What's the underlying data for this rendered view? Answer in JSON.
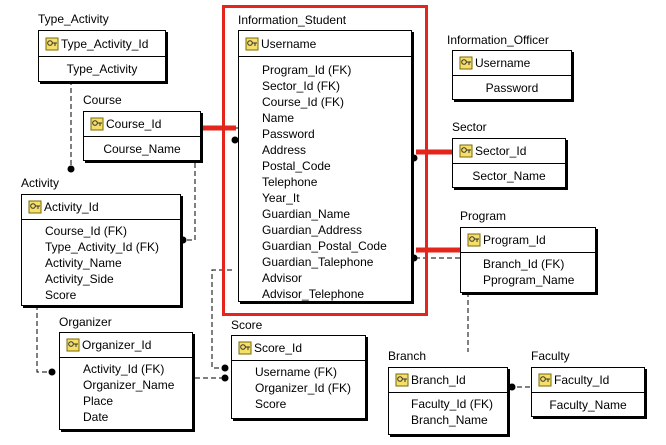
{
  "colors": {
    "highlight": "#e3251c",
    "line": "#000000",
    "background": "#ffffff"
  },
  "icons": {
    "primary_key": "key-icon"
  },
  "entities": {
    "type_activity": {
      "title": "Type_Activity",
      "pk": "Type_Activity_Id",
      "attributes": [
        "Type_Activity"
      ]
    },
    "course": {
      "title": "Course",
      "pk": "Course_Id",
      "attributes": [
        "Course_Name"
      ]
    },
    "activity": {
      "title": "Activity",
      "pk": "Activity_Id",
      "attributes": [
        "Course_Id (FK)",
        "Type_Activity_Id (FK)",
        "Activity_Name",
        "Activity_Side",
        "Score"
      ]
    },
    "organizer": {
      "title": "Organizer",
      "pk": "Organizer_Id",
      "attributes": [
        "Activity_Id (FK)",
        "Organizer_Name",
        "Place",
        "Date"
      ]
    },
    "score": {
      "title": "Score",
      "pk": "Score_Id",
      "attributes": [
        "Username (FK)",
        "Organizer_Id (FK)",
        "Score"
      ]
    },
    "information_student": {
      "title": "Information_Student",
      "pk": "Username",
      "attributes": [
        "Program_Id (FK)",
        "Sector_Id (FK)",
        "Course_Id (FK)",
        "Name",
        "Password",
        "Address",
        "Postal_Code",
        "Telephone",
        "Year_It",
        "Guardian_Name",
        "Guardian_Address",
        "Guardian_Postal_Code",
        "Guardian_Talephone",
        "Advisor",
        "Advisor_Telephone"
      ]
    },
    "information_officer": {
      "title": "Information_Officer",
      "pk": "Username",
      "attributes": [
        "Password"
      ]
    },
    "sector": {
      "title": "Sector",
      "pk": "Sector_Id",
      "attributes": [
        "Sector_Name"
      ]
    },
    "program": {
      "title": "Program",
      "pk": "Program_Id",
      "attributes": [
        "Branch_Id (FK)",
        "Pprogram_Name"
      ]
    },
    "branch": {
      "title": "Branch",
      "pk": "Branch_Id",
      "attributes": [
        "Faculty_Id (FK)",
        "Branch_Name"
      ]
    },
    "faculty": {
      "title": "Faculty",
      "pk": "Faculty_Id",
      "attributes": [
        "Faculty_Name"
      ]
    }
  }
}
